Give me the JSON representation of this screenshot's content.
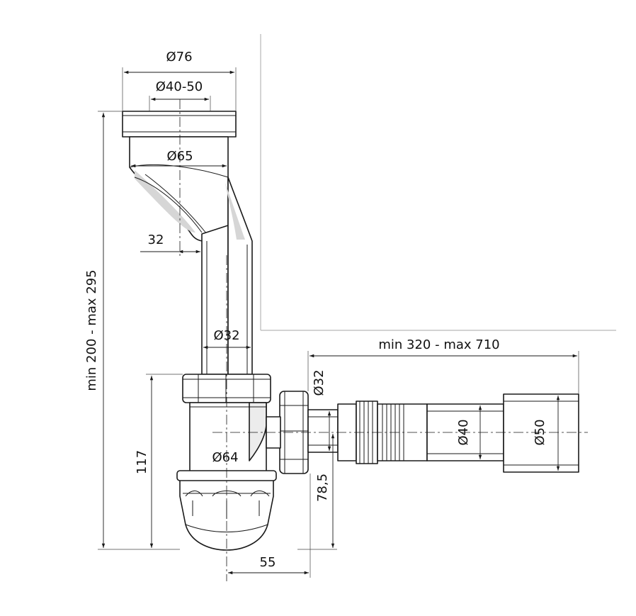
{
  "dimensions": {
    "outer_cap_diameter": "Ø76",
    "inlet_range": "Ø40-50",
    "body_diameter": "Ø65",
    "offset": "32",
    "tube_diameter": "Ø32",
    "height_range": "min 200 - max 295",
    "length_range": "min 320 - max 710",
    "outlet_nut_diameter": "Ø32",
    "hose_diameter": "Ø40",
    "end_diameter": "Ø50",
    "bottle_diameter": "Ø64",
    "bottle_height": "117",
    "outlet_height": "78,5",
    "outlet_offset": "55"
  },
  "colors": {
    "line": "#1a1a1a",
    "wall": "#b8b8b8",
    "fill_light": "#ececec"
  }
}
